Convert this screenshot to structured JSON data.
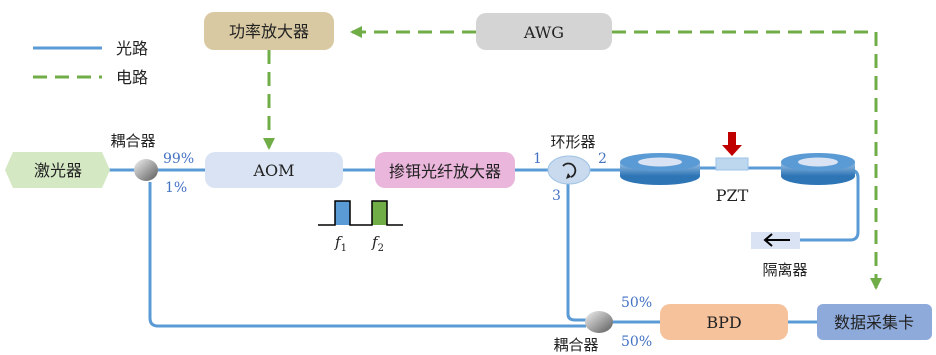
{
  "legend": {
    "optical_label": "光路",
    "electrical_label": "电路"
  },
  "components": {
    "power_amplifier": "功率放大器",
    "awg": "AWG",
    "laser": "激光器",
    "coupler_top": "耦合器",
    "aom": "AOM",
    "edfa": "掺铒光纤放大器",
    "circulator": "环形器",
    "pzt": "PZT",
    "isolator": "隔离器",
    "coupler_bottom": "耦合器",
    "bpd": "BPD",
    "daq": "数据采集卡"
  },
  "ports": {
    "split_99": "99%",
    "split_1": "1%",
    "circ_1": "1",
    "circ_2": "2",
    "circ_3": "3",
    "split_50_top": "50%",
    "split_50_bottom": "50%"
  },
  "pulses": {
    "f1_base": "f",
    "f1_sub": "1",
    "f2_base": "f",
    "f2_sub": "2"
  },
  "colors": {
    "optical": "#5b9bd5",
    "electrical": "#70ad47",
    "power_amp_fill": "#d9c9a3",
    "awg_fill": "#d4d4d4",
    "laser_fill": "#d5e8c4",
    "aom_fill": "#dae3f3",
    "edfa_fill": "#eab6dc",
    "bpd_fill": "#f6c29c",
    "daq_fill": "#8eaadb",
    "port_text": "#4472c4",
    "pzt_arrow": "#c00000"
  }
}
